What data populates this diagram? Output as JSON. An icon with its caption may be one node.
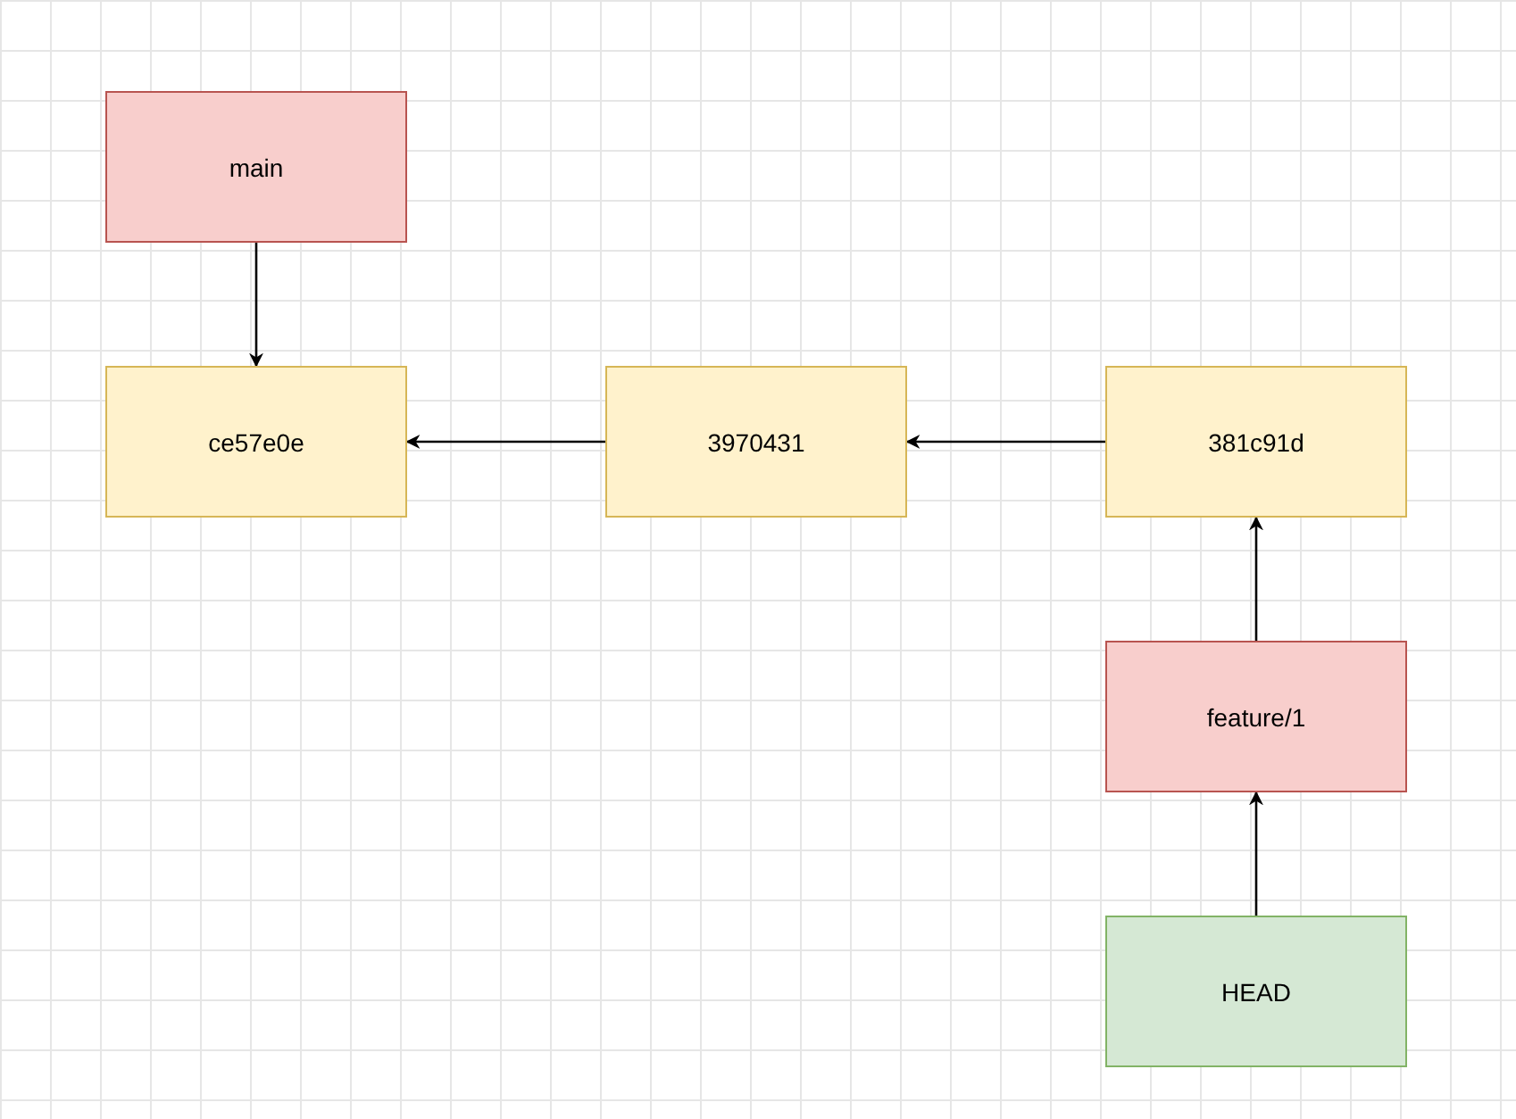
{
  "diagram": {
    "nodes": [
      {
        "text": [
          "main"
        ]
      },
      {
        "text": [
          "ce57e0e"
        ]
      },
      {
        "text": [
          "3970431"
        ]
      },
      {
        "text": [
          "381c91d"
        ]
      },
      {
        "text": [
          "feature/1"
        ]
      },
      {
        "text": [
          "HEAD"
        ]
      }
    ],
    "edges": [
      {
        "from": 0,
        "to": 1,
        "arrow": "to"
      },
      {
        "from": 2,
        "to": 1,
        "arrow": "to"
      },
      {
        "from": 3,
        "to": 2,
        "arrow": "to"
      },
      {
        "from": 4,
        "to": 3,
        "arrow": "to"
      },
      {
        "from": 5,
        "to": 4,
        "arrow": "to"
      }
    ]
  }
}
